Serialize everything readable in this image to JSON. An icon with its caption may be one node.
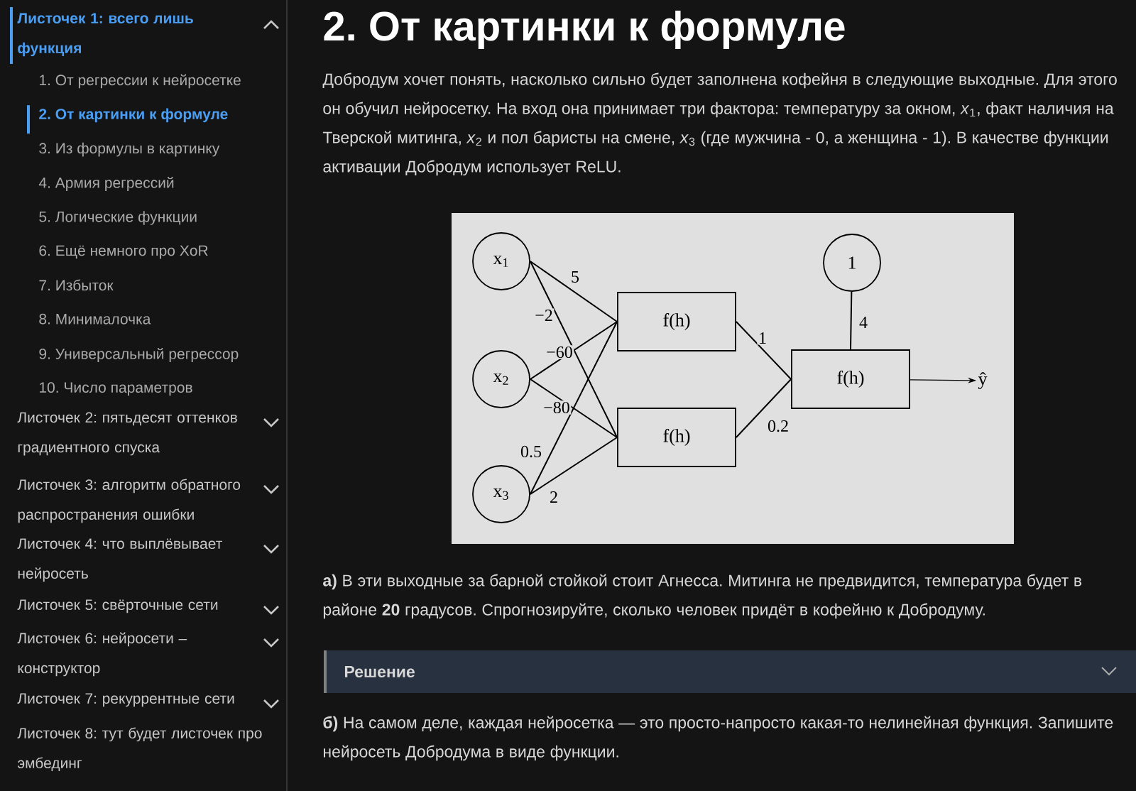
{
  "diagram": {
    "title": "2. От картинки к формуле",
    "nodes": [
      {
        "text": [
          "x$_{1}$"
        ]
      },
      {
        "text": [
          "x$_{2}$"
        ]
      },
      {
        "text": [
          "x$_{3}$"
        ]
      },
      {
        "text": [
          "f(h)"
        ]
      },
      {
        "text": [
          "f(h)"
        ]
      },
      {
        "text": [
          "f(h)"
        ]
      },
      {
        "text": [
          "1"
        ]
      },
      {
        "text": [
          "ŷ"
        ]
      }
    ],
    "edges": [
      {
        "from": 0,
        "to": 3,
        "arrow": "none",
        "label": "5"
      },
      {
        "from": 0,
        "to": 4,
        "arrow": "none",
        "label": "−2"
      },
      {
        "from": 1,
        "to": 3,
        "arrow": "none",
        "label": "−60"
      },
      {
        "from": 1,
        "to": 4,
        "arrow": "none",
        "label": "−80"
      },
      {
        "from": 2,
        "to": 3,
        "arrow": "none",
        "label": "0.5"
      },
      {
        "from": 2,
        "to": 4,
        "arrow": "none",
        "label": "2"
      },
      {
        "from": 3,
        "to": 5,
        "arrow": "none",
        "label": "1"
      },
      {
        "from": 4,
        "to": 5,
        "arrow": "none",
        "label": "0.2"
      },
      {
        "from": 6,
        "to": 5,
        "arrow": "none",
        "label": "4"
      },
      {
        "from": 5,
        "to": 7,
        "arrow": "to"
      }
    ],
    "labels": [
      "Листочек 1: всего лишь функция",
      "1. От регрессии к нейросетке",
      "2. От картинки к формуле",
      "3. Из формулы в картинку",
      "4. Армия регрессий",
      "5. Логические функции",
      "6. Ещё немного про XoR",
      "7. Избыток",
      "8. Минималочка",
      "9. Универсальный регрессор",
      "10. Число параметров",
      "Листочек 2: пятьдесят оттенков градиентного спуска",
      "Листочек 3: алгоритм обратного распространения ошибки",
      "Листочек 4: что выплёвывает нейросеть",
      "Листочек 5: свёрточные сети",
      "Листочек 6: нейросети – конструктор",
      "Листочек 7: рекуррентные сети",
      "Листочек 8: тут будет листочек про эмбединг",
      "Добродум хочет понять, насколько сильно будет заполнена кофейня в следующие выходные. Для этого он обучил нейросетку. На вход она принимает три фактора: температуру за окном, *x*$_{1}$, факт наличия на Тверской митинга, *x*$_{2}$ и пол баристы на смене, *x*$_{3}$ (где мужчина - 0, а женщина - 1). В качестве функции активации Добродум использует ReLU.",
      "**а)** В эти выходные за барной стойкой стоит Агнесса. Митинга не предвидится, температура будет в районе **20** градусов. Спрогнозируйте, сколько человек придёт в кофейню к Добродуму.",
      "Решение",
      "**б)** На самом деле, каждая нейросетка — это просто-напросто какая-то нелинейная функция. Запишите нейросеть Добродума в виде функции."
    ]
  }
}
